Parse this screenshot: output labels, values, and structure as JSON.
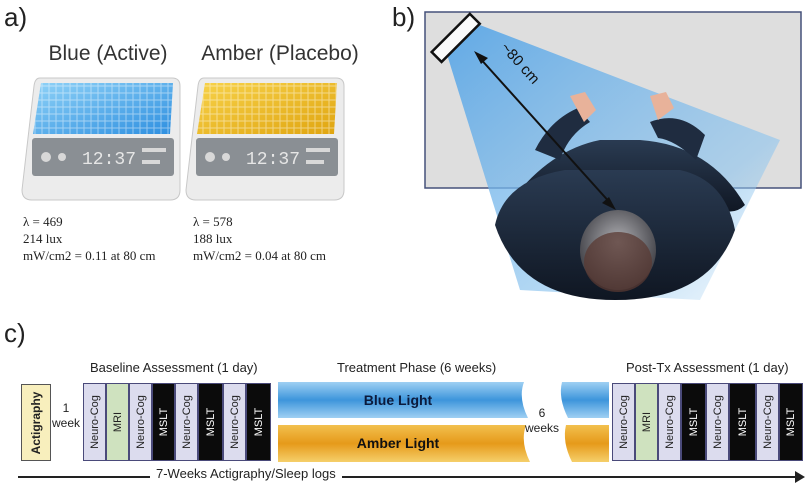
{
  "panel_labels": {
    "a": "a)",
    "b": "b)",
    "c": "c)"
  },
  "devices": [
    {
      "title": "Blue (Active)",
      "clock": "12:37",
      "lines": [
        "λ = 469",
        "214 lux",
        "mW/cm2 = 0.11 at 80 cm"
      ]
    },
    {
      "title": "Amber (Placebo)",
      "clock": "12:37",
      "lines": [
        "λ = 578",
        "188 lux",
        "mW/cm2 = 0.04 at 80 cm"
      ]
    }
  ],
  "room": {
    "distance_label": "~80 cm"
  },
  "timeline": {
    "baseline_header": "Baseline Assessment (1 day)",
    "treatment_header": "Treatment Phase (6 weeks)",
    "post_header": "Post-Tx Assessment (1 day)",
    "actigraphy": "Actigraphy",
    "gap_week": [
      "1",
      "week"
    ],
    "baseline_cells": [
      "Neuro-Cog",
      "MRI",
      "Neuro-Cog",
      "MSLT",
      "Neuro-Cog",
      "MSLT",
      "Neuro-Cog",
      "MSLT"
    ],
    "post_cells": [
      "Neuro-Cog",
      "MRI",
      "Neuro-Cog",
      "MSLT",
      "Neuro-Cog",
      "MSLT",
      "Neuro-Cog",
      "MSLT"
    ],
    "blue_bar": "Blue Light",
    "amber_bar": "Amber Light",
    "gap_weeks": [
      "6",
      "weeks"
    ],
    "footer": "7-Weeks Actigraphy/Sleep logs"
  },
  "colors": {
    "blue_light": "#3d95db",
    "amber_light": "#e69a1a",
    "neuro": "#dcdcee",
    "mri": "#cfe2bf",
    "mslt": "#0b0b0b",
    "actigraphy": "#f8efbd"
  }
}
